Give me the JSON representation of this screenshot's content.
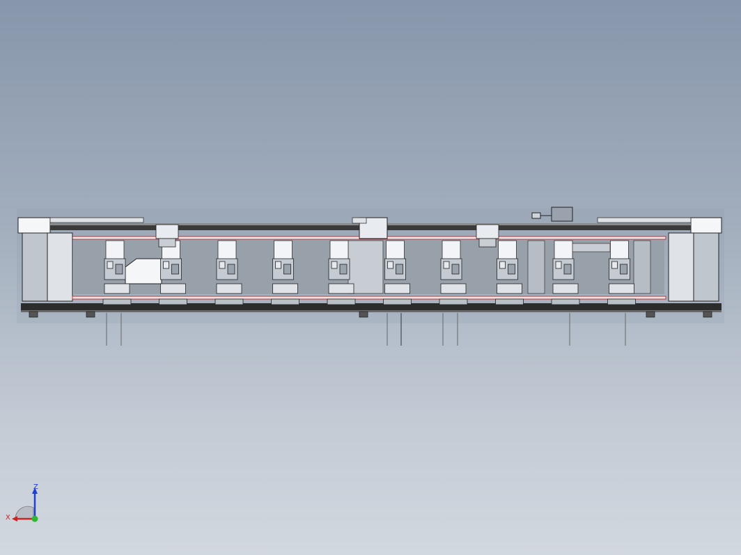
{
  "viewport": {
    "background_top": "#8796ab",
    "background_bottom": "#d2d8df"
  },
  "model": {
    "description_icon": "assembly-model",
    "frame_color": "#222222",
    "rail_color": "#b23a3a",
    "panel_color": "#f2f4f7",
    "station_count": 10
  },
  "triad": {
    "x_label": "X",
    "z_label": "Z",
    "x_color": "#cc2222",
    "z_color": "#1f3fd0",
    "y_color": "#2fb82f"
  }
}
